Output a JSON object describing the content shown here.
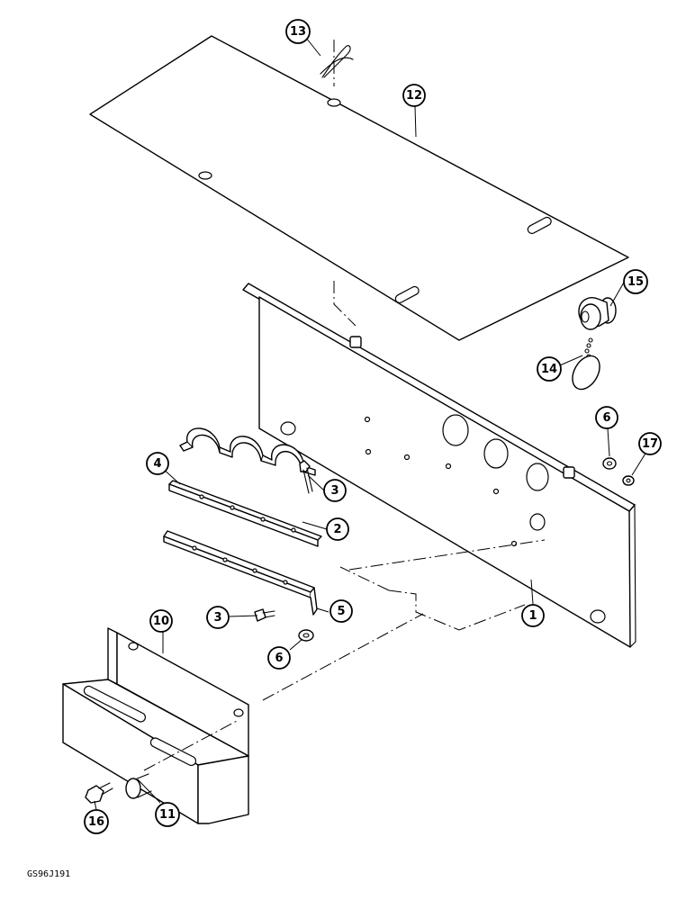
{
  "callouts": [
    {
      "id": "c13",
      "label": "13"
    },
    {
      "id": "c12",
      "label": "12"
    },
    {
      "id": "c15",
      "label": "15"
    },
    {
      "id": "c14",
      "label": "14"
    },
    {
      "id": "c6a",
      "label": "6"
    },
    {
      "id": "c17",
      "label": "17"
    },
    {
      "id": "c4",
      "label": "4"
    },
    {
      "id": "c3a",
      "label": "3"
    },
    {
      "id": "c2",
      "label": "2"
    },
    {
      "id": "c5",
      "label": "5"
    },
    {
      "id": "c3b",
      "label": "3"
    },
    {
      "id": "c1",
      "label": "1"
    },
    {
      "id": "c10",
      "label": "10"
    },
    {
      "id": "c6b",
      "label": "6"
    },
    {
      "id": "c16",
      "label": "16"
    },
    {
      "id": "c11",
      "label": "11"
    }
  ],
  "reference_code": "GS96J191"
}
